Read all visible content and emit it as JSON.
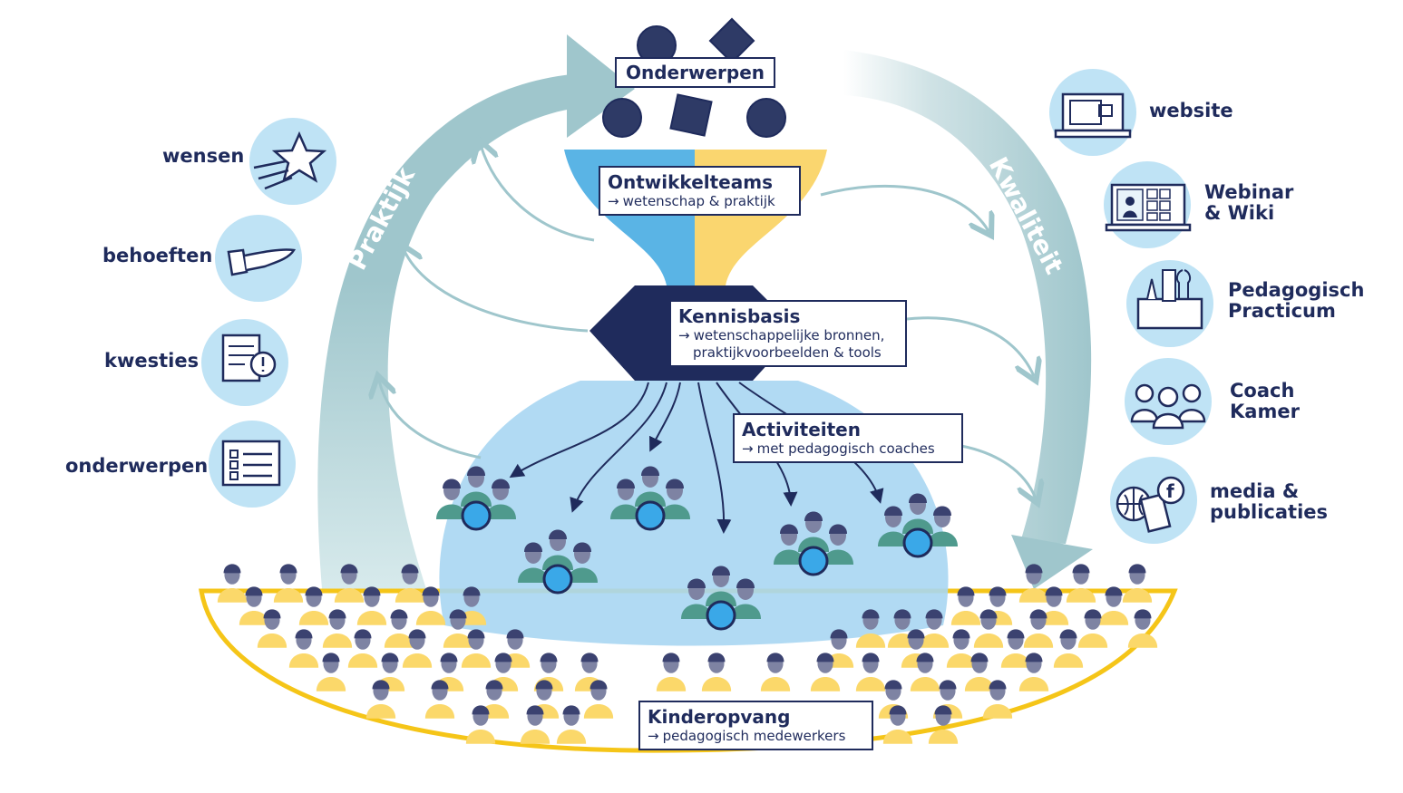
{
  "arrows": {
    "left": "Praktijk",
    "right": "Kwaliteit"
  },
  "topics": {
    "title": "Onderwerpen"
  },
  "dev_teams": {
    "title": "Ontwikkelteams",
    "sub": "wetenschap & praktijk"
  },
  "knowledge": {
    "title": "Kennisbasis",
    "sub1": "wetenschappelijke bronnen,",
    "sub2": "praktijkvoorbeelden & tools"
  },
  "activities": {
    "title": "Activiteiten",
    "sub": "met pedagogisch coaches"
  },
  "childcare": {
    "title": "Kinderopvang",
    "sub": "pedagogisch medewerkers"
  },
  "arrow_glyph": "→",
  "left_items": [
    {
      "label": "wensen",
      "icon": "star-icon"
    },
    {
      "label": "behoeften",
      "icon": "hand-icon"
    },
    {
      "label": "kwesties",
      "icon": "document-alert-icon"
    },
    {
      "label": "onderwerpen",
      "icon": "checklist-icon"
    }
  ],
  "right_items": [
    {
      "line1": "website",
      "line2": "",
      "icon": "laptop-icon"
    },
    {
      "line1": "Webinar",
      "line2": "& Wiki",
      "icon": "video-call-icon"
    },
    {
      "line1": "Pedagogisch",
      "line2": "Practicum",
      "icon": "toolbox-icon"
    },
    {
      "line1": "Coach",
      "line2": "Kamer",
      "icon": "people-icon"
    },
    {
      "line1": "media &",
      "line2": "publicaties",
      "icon": "globe-book-icon"
    }
  ],
  "colors": {
    "navy": "#1f2b5c",
    "arrow_teal": "#9fc6cc",
    "light_blue": "#bfe3f5",
    "funnel_blue": "#5ab4e5",
    "funnel_yellow": "#fad66f",
    "yellow": "#f5c518",
    "person_yellow": "#fbd86a",
    "person_grey": "#7e83a3",
    "coach_green": "#4f9a8d",
    "coach_blue": "#3aa8e8"
  }
}
